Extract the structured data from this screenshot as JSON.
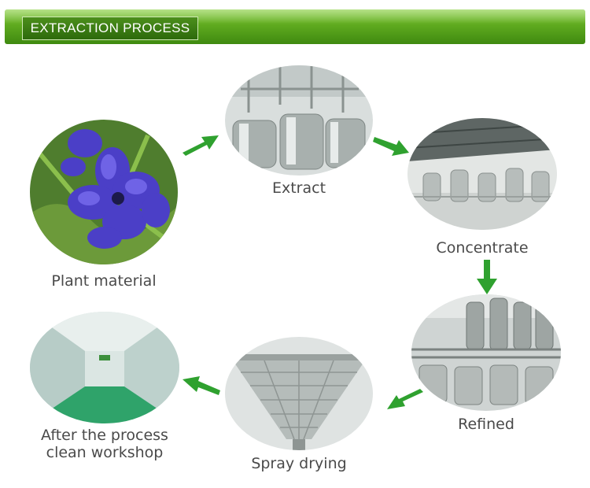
{
  "header": {
    "title": "EXTRACTION PROCESS"
  },
  "steps": [
    {
      "id": "plant",
      "label": "Plant material"
    },
    {
      "id": "extract",
      "label": "Extract"
    },
    {
      "id": "concentrate",
      "label": "Concentrate"
    },
    {
      "id": "refined",
      "label": "Refined"
    },
    {
      "id": "spray",
      "label": "Spray drying"
    },
    {
      "id": "workshop",
      "label": "After the process\nclean workshop"
    }
  ],
  "colors": {
    "banner": "#5faa1f",
    "arrow": "#2fa12f",
    "caption": "#4a4a4a"
  }
}
